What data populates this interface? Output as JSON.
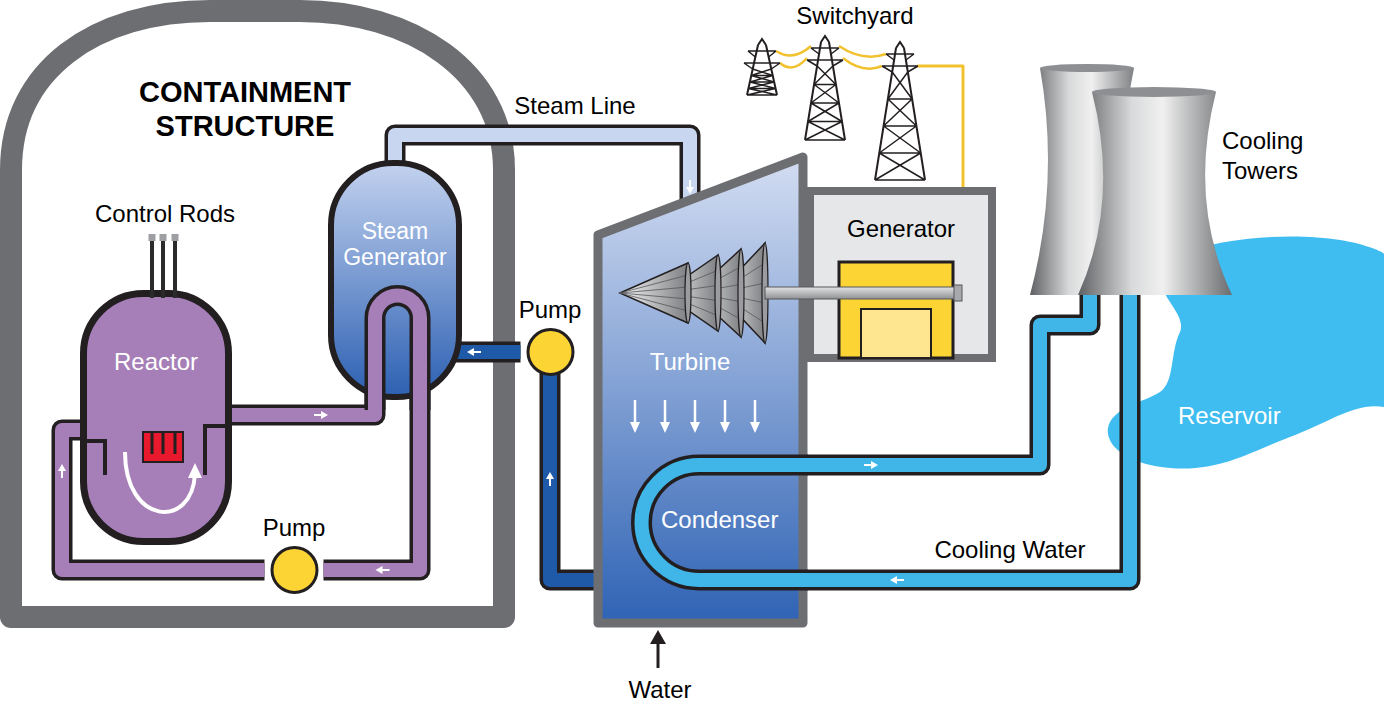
{
  "diagram": {
    "nodes": [
      {
        "text": [
          "CONTAINMENT STRUCTURE"
        ]
      },
      {
        "text": [
          "Reactor"
        ],
        "in": 0
      },
      {
        "text": [
          "Steam Generator"
        ],
        "in": 0
      },
      {
        "text": [
          "Pump"
        ],
        "in": 0
      },
      {
        "text": [
          "Turbine",
          "Condenser"
        ]
      },
      {
        "text": [
          "Pump"
        ]
      },
      {
        "text": [
          "Generator"
        ]
      },
      {
        "text": [
          "Switchyard"
        ]
      },
      {
        "text": [
          "Cooling Towers"
        ]
      },
      {
        "text": [
          "Reservoir"
        ]
      }
    ],
    "edges": [
      {
        "from": 1,
        "to": 2,
        "arrow": "to"
      },
      {
        "from": 2,
        "to": 3,
        "arrow": "to"
      },
      {
        "from": 3,
        "to": 1,
        "arrow": "to"
      },
      {
        "from": 2,
        "to": 4,
        "arrow": "to",
        "label": "Steam Line"
      },
      {
        "from": 4,
        "to": 5,
        "arrow": "to"
      },
      {
        "from": 5,
        "to": 2,
        "arrow": "to"
      },
      {
        "from": 4,
        "to": 8,
        "arrow": "to"
      },
      {
        "from": 8,
        "to": 4,
        "arrow": "to",
        "label": "Cooling Water"
      },
      {
        "from": 6,
        "to": 7,
        "arrow": "none"
      }
    ],
    "labels": [
      "Control Rods",
      "Water"
    ]
  }
}
